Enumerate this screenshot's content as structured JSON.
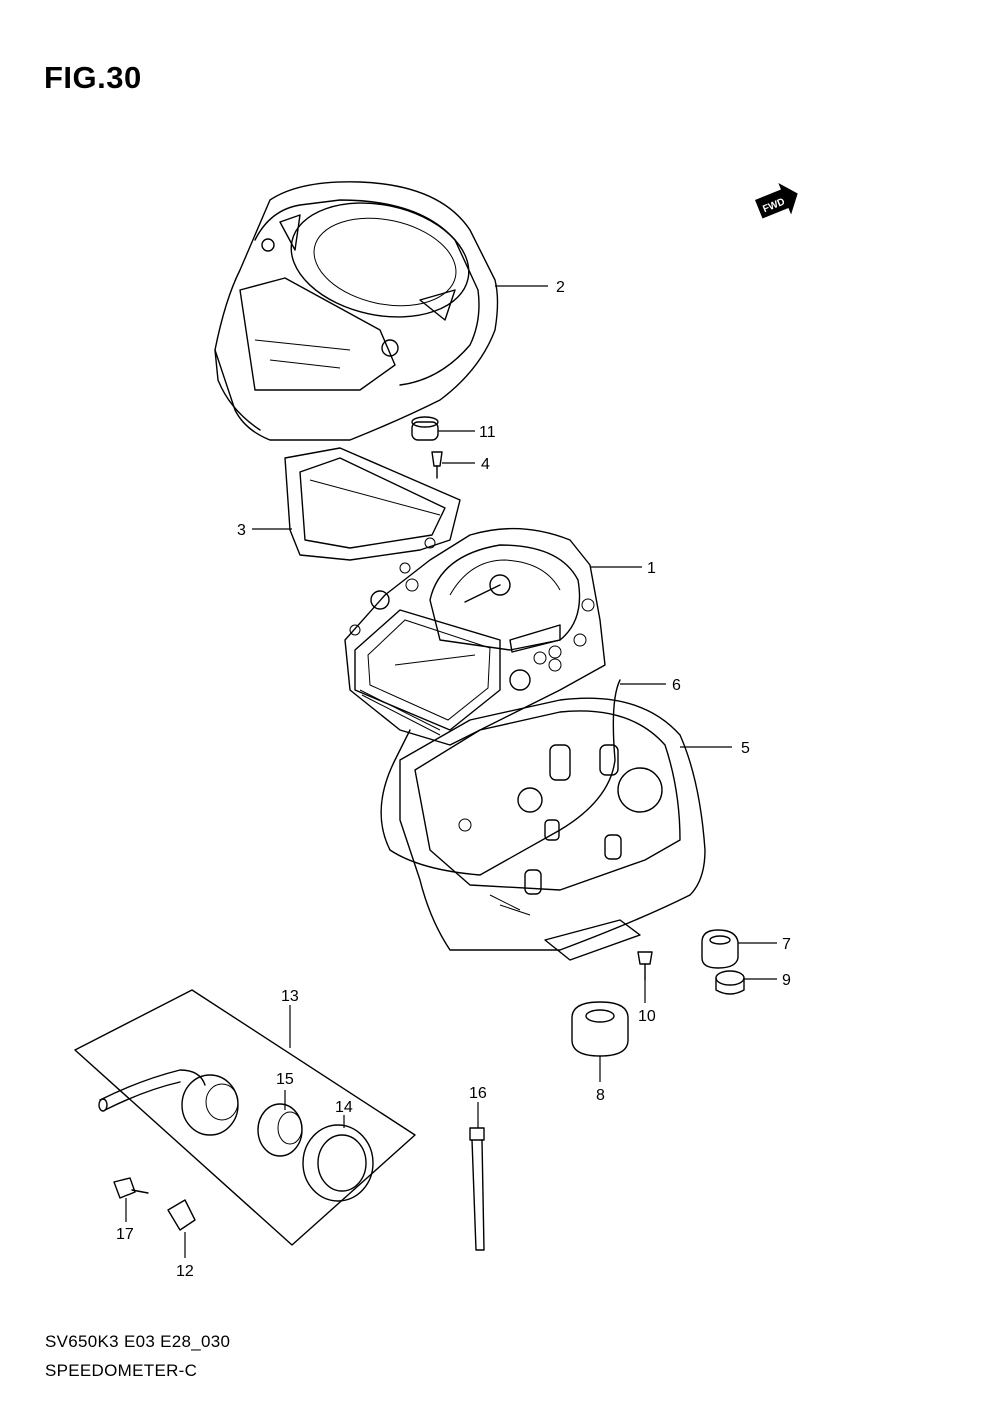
{
  "figure": {
    "title": "FIG.30"
  },
  "footer": {
    "model_code": "SV650K3 E03 E28_030",
    "diagram_name": "SPEEDOMETER-C"
  },
  "fwd_badge": {
    "label": "FWD"
  },
  "callouts": {
    "c1": "1",
    "c2": "2",
    "c3": "3",
    "c4": "4",
    "c5": "5",
    "c6": "6",
    "c7": "7",
    "c8": "8",
    "c9": "9",
    "c10": "10",
    "c11": "11",
    "c12": "12",
    "c13": "13",
    "c14": "14",
    "c15": "15",
    "c16": "16",
    "c17": "17"
  }
}
